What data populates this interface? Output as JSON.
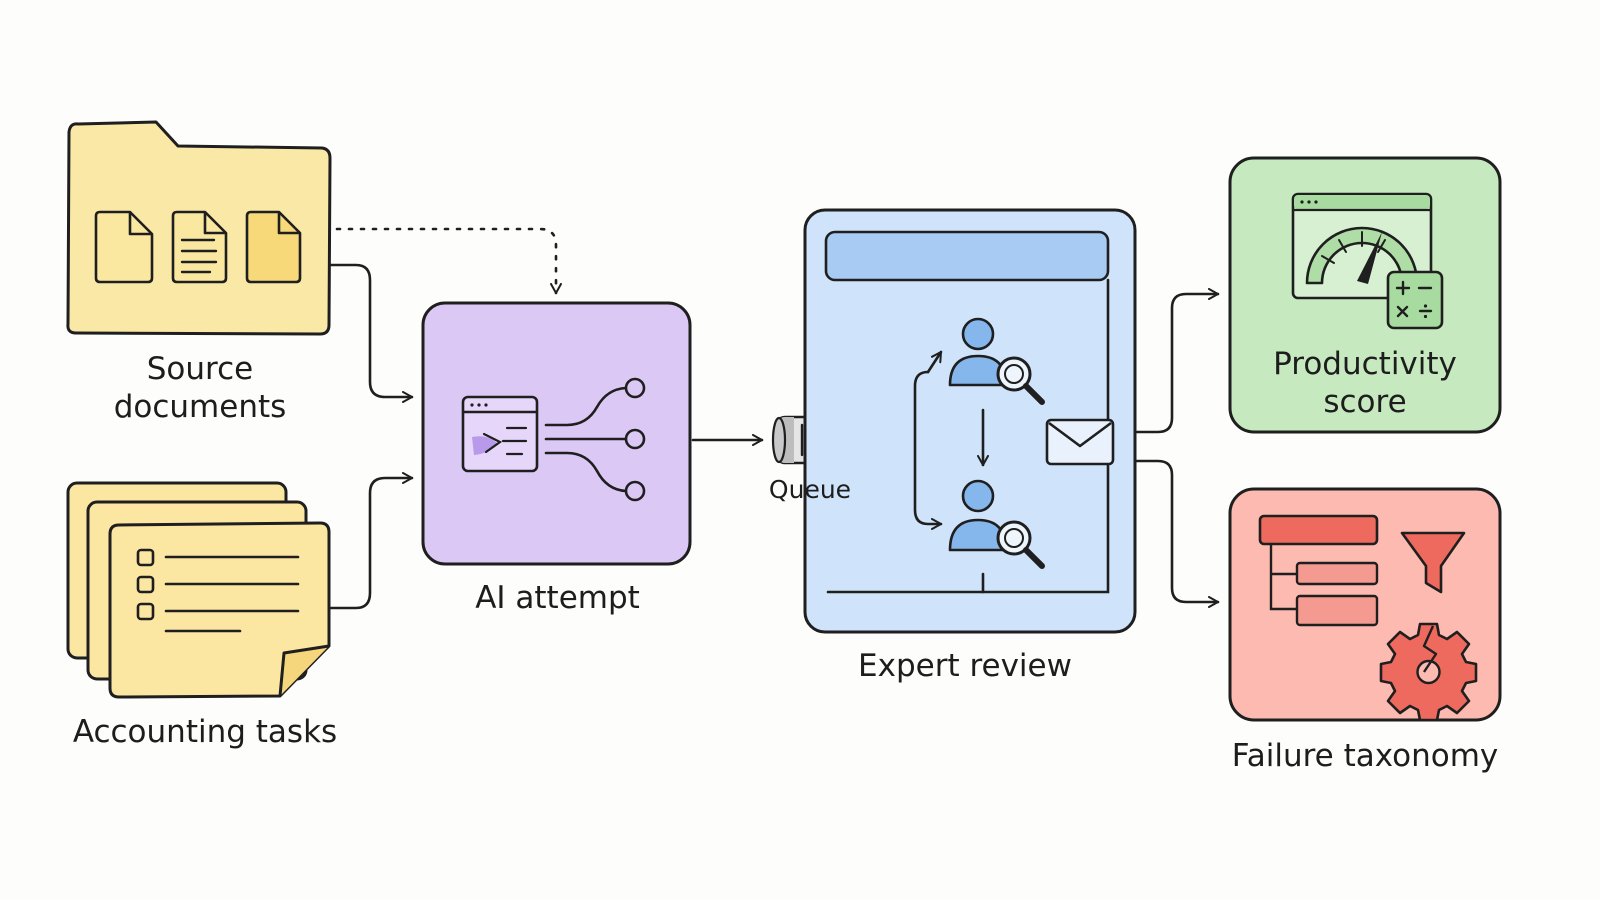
{
  "nodes": {
    "source_documents": {
      "lines": [
        "Source",
        "documents"
      ]
    },
    "accounting_tasks": {
      "label": "Accounting tasks"
    },
    "ai_attempt": {
      "label": "AI attempt"
    },
    "queue": {
      "label": "Queue"
    },
    "expert_review": {
      "label": "Expert review"
    },
    "productivity_score": {
      "lines": [
        "Productivity",
        "score"
      ]
    },
    "failure_taxonomy": {
      "label": "Failure taxonomy"
    }
  },
  "colors": {
    "stroke": "#1f1f1f",
    "folder_fill": "#fae9a6",
    "folder_doc": "#fbe8a0",
    "folder_doc_accent": "#f7d97a",
    "tasks_fill": "#fbe7a2",
    "ai_fill": "#dcc8f5",
    "ai_accent": "#a984e4",
    "review_fill": "#cfe3fb",
    "review_bar": "#a7cbf2",
    "person": "#86b7ec",
    "productivity_fill": "#c6e9c0",
    "failure_fill": "#fcbab0",
    "failure_red": "#ee6a5f",
    "queue_fill": "#d7d7d7"
  },
  "icons": [
    "folder-icon",
    "document-icon",
    "task-list-icon",
    "terminal-window-icon",
    "branch-icon",
    "queue-icon",
    "reviewer-icon",
    "magnifier-icon",
    "envelope-icon",
    "gauge-icon",
    "calculator-icon",
    "hierarchy-icon",
    "funnel-icon",
    "broken-gear-icon"
  ]
}
